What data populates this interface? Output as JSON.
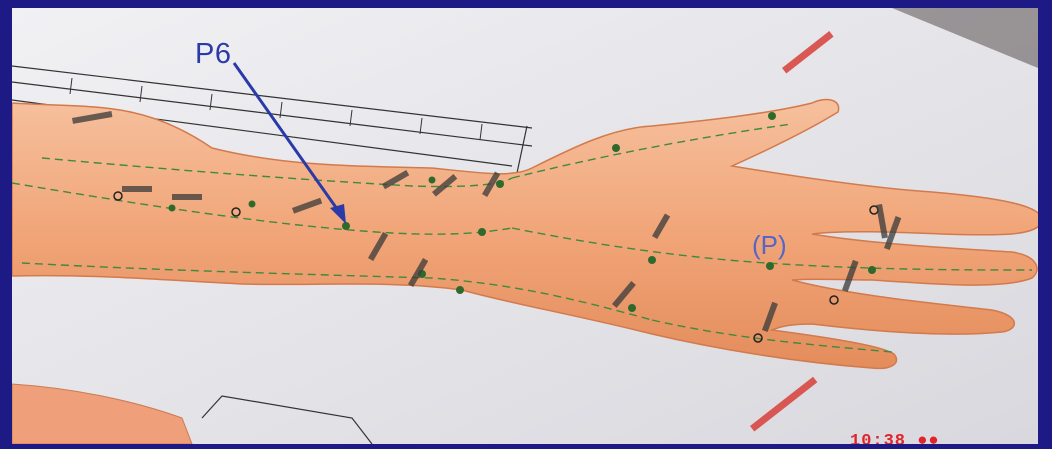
{
  "figure": {
    "point_label": "P6",
    "palm_label": "(P)",
    "timestamp_stamp": "10:38 ●●"
  },
  "colors": {
    "frame": "#1d1a86",
    "paper": "#e9e9ee",
    "skin": "#f2a77c",
    "meridian": "#3f8a3c",
    "arrow": "#2a3aa8"
  }
}
